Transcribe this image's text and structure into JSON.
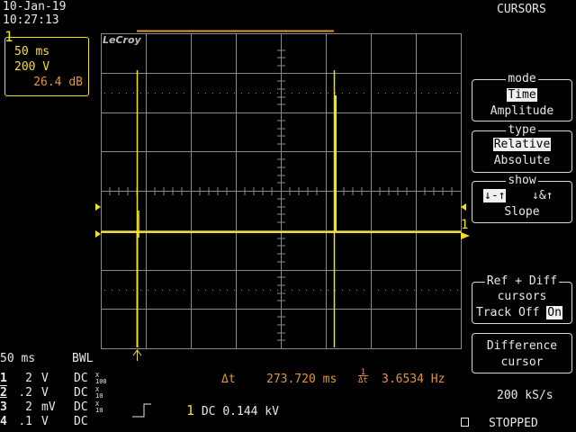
{
  "header": {
    "date": "10-Jan-19",
    "time": "10:27:13",
    "title": "CURSORS"
  },
  "trace1": {
    "label": "1",
    "timebase": "50 ms",
    "volts": "200 V",
    "value": "26.4 dB"
  },
  "logo": "LeCroy",
  "ground_marker": "1",
  "menus": {
    "mode": {
      "title": "mode",
      "options": [
        "Time",
        "Amplitude"
      ],
      "selected": "Time"
    },
    "type": {
      "title": "type",
      "options": [
        "Relative",
        "Absolute"
      ],
      "selected": "Relative"
    },
    "show": {
      "title": "show",
      "option1": "↓-↑",
      "option2": "↓&↑",
      "option3": "Slope"
    },
    "refdiff": {
      "title": "Ref + Diff",
      "line2": "cursors",
      "track_label": "Track",
      "off": "Off",
      "on": "On"
    },
    "difference": {
      "line1": "Difference",
      "line2": "cursor"
    }
  },
  "bottom": {
    "timebase": "50 ms",
    "bwl": "BWL",
    "channels": [
      {
        "num": "1",
        "volts": "2",
        "unit": "V",
        "coupling": "DC",
        "probe_top": "X",
        "probe_bottom": "100"
      },
      {
        "num": "2",
        "volts": ".2",
        "unit": "V",
        "coupling": "DC",
        "probe_top": "X",
        "probe_bottom": "10"
      },
      {
        "num": "3",
        "volts": "2",
        "unit": "mV",
        "coupling": "DC",
        "probe_top": "X",
        "probe_bottom": "10"
      },
      {
        "num": "4",
        "volts": ".1",
        "unit": "V",
        "coupling": "DC",
        "probe_top": "",
        "probe_bottom": ""
      }
    ],
    "trigger": {
      "channel": "1",
      "coupling": "DC",
      "level": "0.144 kV"
    },
    "delta_t_label": "Δt",
    "delta_t_value": "273.720 ms",
    "inv_label_top": "1",
    "inv_label_bottom": "Δt",
    "frequency": "3.6534 Hz",
    "sample_rate": "200 kS/s",
    "status": "STOPPED"
  },
  "colors": {
    "trace": "#f0e020",
    "cursor_text": "#e0963a",
    "grid": "#8a8a8a"
  }
}
